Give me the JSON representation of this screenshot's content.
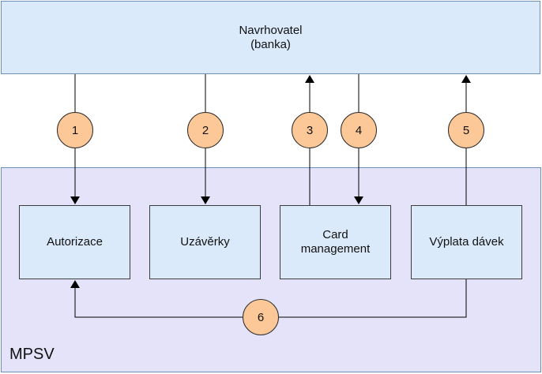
{
  "bank": {
    "line1": "Navrhovatel",
    "line2": "(banka)"
  },
  "mpsv": {
    "label": "MPSV"
  },
  "modules": {
    "autorizace": "Autorizace",
    "uzaverky": "Uzávěrky",
    "card_line1": "Card",
    "card_line2": "management",
    "vyplata": "Výplata dávek"
  },
  "flows": [
    "1",
    "2",
    "3",
    "4",
    "5",
    "6"
  ]
}
